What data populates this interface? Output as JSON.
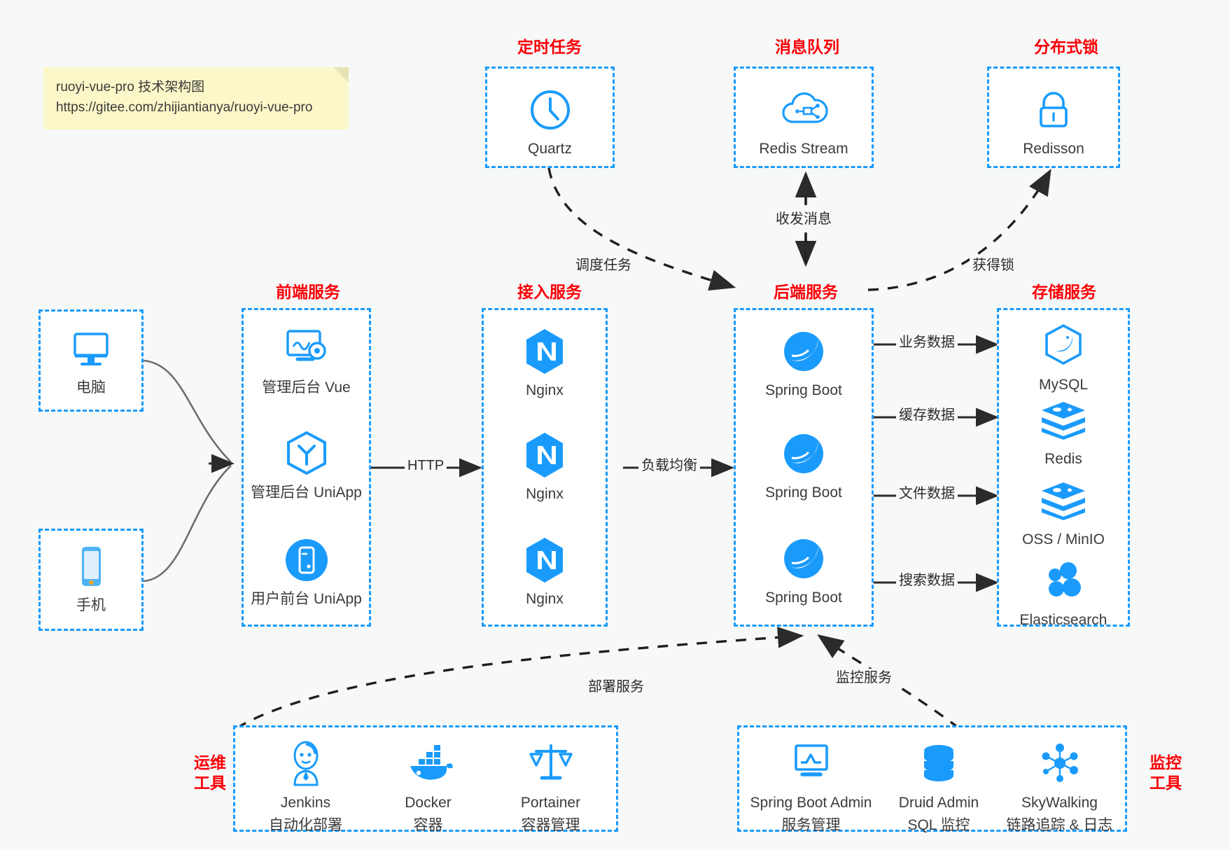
{
  "note": {
    "line1": "ruoyi-vue-pro 技术架构图",
    "line2": "https://gitee.com/zhijiantianya/ruoyi-vue-pro"
  },
  "colors": {
    "box_border": "#1a9bfc",
    "group_title": "#fb0007",
    "icon_blue": "#1a9bfc",
    "icon_blue_dark": "#0a8ae8",
    "canvas": "#f7f8f8",
    "note_bg": "#fcf7c8",
    "arrow": "#2b2b2b"
  },
  "groups": {
    "scheduler": {
      "title": "定时任务",
      "nodes": [
        {
          "label": "Quartz",
          "icon": "clock-icon"
        }
      ]
    },
    "mq": {
      "title": "消息队列",
      "nodes": [
        {
          "label": "Redis Stream",
          "icon": "cloud-stream-icon"
        }
      ]
    },
    "lock": {
      "title": "分布式锁",
      "nodes": [
        {
          "label": "Redisson",
          "icon": "lock-icon"
        }
      ]
    },
    "clients": {
      "nodes": [
        {
          "label": "电脑",
          "icon": "desktop-monitor-icon"
        },
        {
          "label": "手机",
          "icon": "mobile-phone-icon"
        }
      ]
    },
    "frontend": {
      "title": "前端服务",
      "nodes": [
        {
          "label": "管理后台 Vue",
          "icon": "dashboard-gear-icon"
        },
        {
          "label": "管理后台 UniApp",
          "icon": "uniapp-hexagon-icon"
        },
        {
          "label": "用户前台 UniApp",
          "icon": "mobile-app-circle-icon"
        }
      ]
    },
    "gateway": {
      "title": "接入服务",
      "nodes": [
        {
          "label": "Nginx",
          "icon": "nginx-icon"
        },
        {
          "label": "Nginx",
          "icon": "nginx-icon"
        },
        {
          "label": "Nginx",
          "icon": "nginx-icon"
        }
      ]
    },
    "backend": {
      "title": "后端服务",
      "nodes": [
        {
          "label": "Spring Boot",
          "icon": "spring-boot-icon"
        },
        {
          "label": "Spring Boot",
          "icon": "spring-boot-icon"
        },
        {
          "label": "Spring Boot",
          "icon": "spring-boot-icon"
        }
      ]
    },
    "storage": {
      "title": "存储服务",
      "nodes": [
        {
          "label": "MySQL",
          "icon": "mysql-icon"
        },
        {
          "label": "Redis",
          "icon": "redis-icon"
        },
        {
          "label": "OSS / MinIO",
          "icon": "minio-icon"
        },
        {
          "label": "Elasticsearch",
          "icon": "elasticsearch-icon"
        }
      ]
    },
    "devops": {
      "title_line1": "运维",
      "title_line2": "工具",
      "nodes": [
        {
          "name": "Jenkins",
          "desc": "自动化部署",
          "icon": "jenkins-butler-icon"
        },
        {
          "name": "Docker",
          "desc": "容器",
          "icon": "docker-whale-icon"
        },
        {
          "name": "Portainer",
          "desc": "容器管理",
          "icon": "portainer-scales-icon"
        }
      ]
    },
    "monitor": {
      "title_line1": "监控",
      "title_line2": "工具",
      "nodes": [
        {
          "name": "Spring Boot Admin",
          "desc": "服务管理",
          "icon": "monitor-chart-icon"
        },
        {
          "name": "Druid Admin",
          "desc": "SQL 监控",
          "icon": "database-stack-icon"
        },
        {
          "name": "SkyWalking",
          "desc": "链路追踪 & 日志",
          "icon": "skywalking-node-icon"
        }
      ]
    }
  },
  "edges": [
    {
      "id": "http",
      "label": "HTTP"
    },
    {
      "id": "lb",
      "label": "负载均衡"
    },
    {
      "id": "biz-data",
      "label": "业务数据"
    },
    {
      "id": "cache-data",
      "label": "缓存数据"
    },
    {
      "id": "file-data",
      "label": "文件数据"
    },
    {
      "id": "search-data",
      "label": "搜索数据"
    },
    {
      "id": "schedule",
      "label": "调度任务"
    },
    {
      "id": "message",
      "label": "收发消息"
    },
    {
      "id": "getlock",
      "label": "获得锁"
    },
    {
      "id": "deploy",
      "label": "部署服务"
    },
    {
      "id": "monitoring",
      "label": "监控服务"
    }
  ]
}
